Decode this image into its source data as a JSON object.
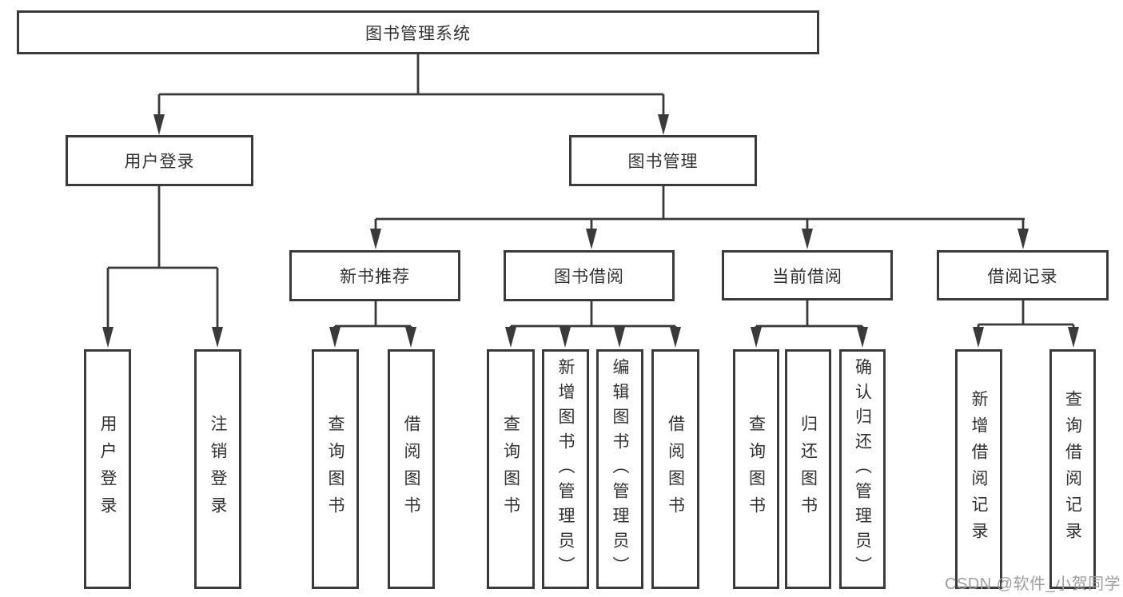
{
  "nodes": {
    "root": "图书管理系统",
    "user_login": "用户登录",
    "book_management": "图书管理",
    "new_book_recommend": "新书推荐",
    "book_borrowing": "图书借阅",
    "current_borrowing": "当前借阅",
    "borrowing_records": "借阅记录",
    "leaf_user_login": "用户登录",
    "leaf_logout": "注销登录",
    "leaf_recommend_query_books": "查询图书",
    "leaf_recommend_borrow_books": "借阅图书",
    "leaf_borrow_query_books": "查询图书",
    "leaf_borrow_add_books": "新增图书（管理员）",
    "leaf_borrow_edit_books": "编辑图书（管理员）",
    "leaf_borrow_borrow_books": "借阅图书",
    "leaf_current_query_books": "查询图书",
    "leaf_current_return_books": "归还图书",
    "leaf_current_confirm_return": "确认归还（管理员）",
    "leaf_records_add_record": "新增借阅记录",
    "leaf_records_query_record": "查询借阅记录"
  },
  "watermark": "CSDN @软件_小贺同学",
  "colors": {
    "line": "#3a3a3a",
    "text": "#313131",
    "watermark": "#9f9d9d",
    "background": "#ffffff"
  }
}
